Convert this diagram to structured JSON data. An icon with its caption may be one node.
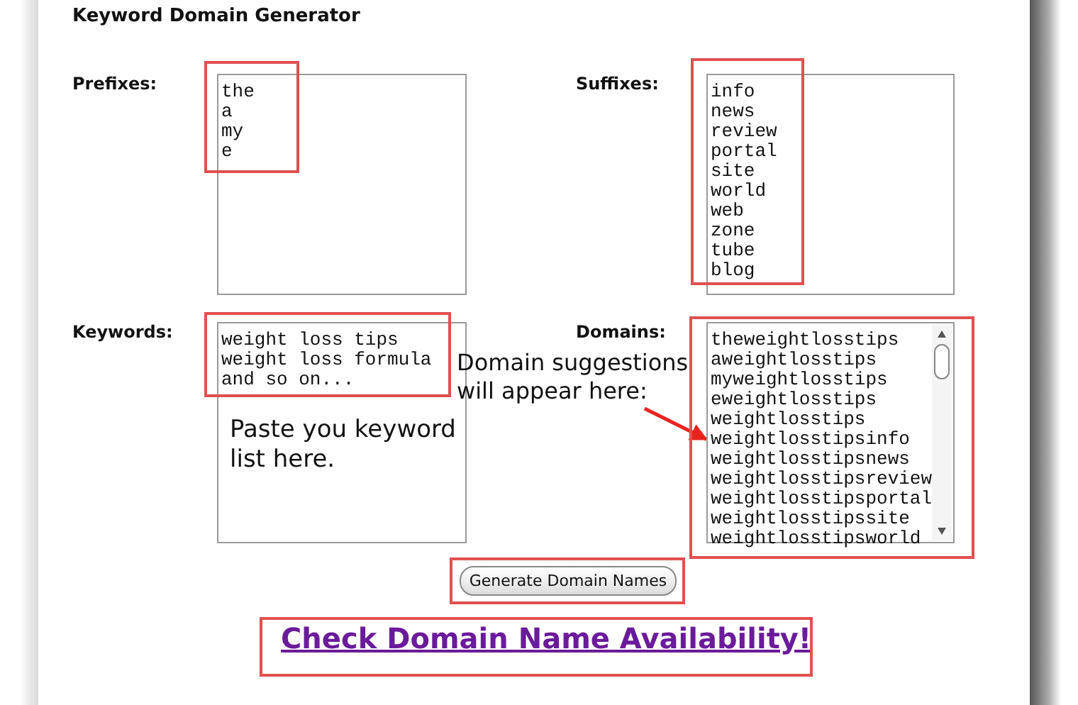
{
  "diagram": {
    "title": "Keyword Domain Generator",
    "nodes": [
      {
        "text": [
          "the",
          "a",
          "my",
          "e"
        ]
      },
      {
        "text": [
          "info",
          "news",
          "review",
          "portal",
          "site",
          "world",
          "web",
          "zone",
          "tube",
          "blog"
        ]
      },
      {
        "text": [
          "weight loss tips",
          "weight loss formula",
          "and so on...",
          "Paste you keyword list here."
        ]
      },
      {
        "text": [
          "Domain suggestions will appear here:"
        ]
      },
      {
        "text": [
          "theweightlosstips",
          "aweightlosstips",
          "myweightlosstips",
          "eweightlosstips",
          "weightlosstips",
          "weightlosstipsinfo",
          "weightlosstipsnews",
          "weightlosstipsreview",
          "weightlosstipsportal",
          "weightlosstipssite",
          "weightlosstipsworld"
        ]
      },
      {
        "text": [
          "Generate Domain Names"
        ]
      },
      {
        "text": [
          "Check Domain Name Availability!"
        ]
      }
    ],
    "edges": [
      {
        "from": 3,
        "to": 4,
        "arrow": "to",
        "color": "#e8231e"
      }
    ],
    "labels": [
      "Prefixes:",
      "Suffixes:",
      "Keywords:",
      "Domains:"
    ]
  }
}
